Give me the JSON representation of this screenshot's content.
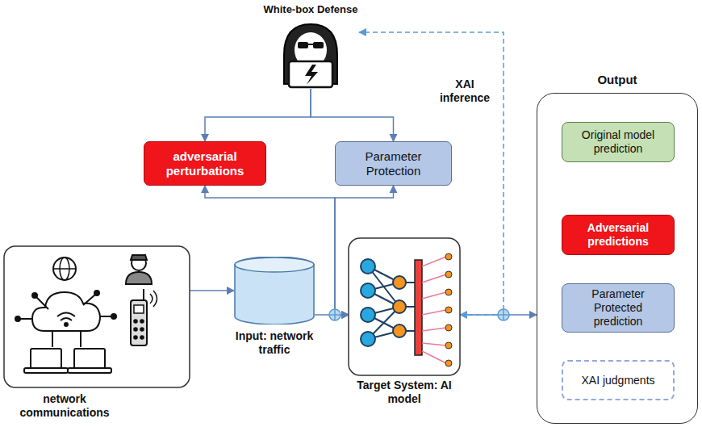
{
  "diagram": {
    "title": "White-box Defense",
    "nodes": [
      {
        "text": [
          "White-box Defense"
        ]
      },
      {
        "text": [
          "adversarial perturbations"
        ]
      },
      {
        "text": [
          "Parameter Protection"
        ]
      },
      {
        "text": [
          "network communications"
        ]
      },
      {
        "text": [
          "Input: network traffic"
        ]
      },
      {
        "text": [
          "Target System: AI model"
        ]
      },
      {
        "text": [
          "Output"
        ]
      },
      {
        "text": [
          "Original model prediction"
        ],
        "in": 6
      },
      {
        "text": [
          "Adversarial predictions"
        ],
        "in": 6
      },
      {
        "text": [
          "Parameter Protected prediction"
        ],
        "in": 6
      },
      {
        "text": [
          "XAI judgments"
        ],
        "in": 6
      }
    ],
    "edges": [
      {
        "from": 0,
        "to": 1,
        "arrow": "to"
      },
      {
        "from": 0,
        "to": 2,
        "arrow": "to"
      },
      {
        "from": 1,
        "to": 5,
        "arrow": "both"
      },
      {
        "from": 2,
        "to": 5,
        "arrow": "both"
      },
      {
        "from": 3,
        "to": 4,
        "arrow": "to"
      },
      {
        "from": 4,
        "to": 5,
        "arrow": "to"
      },
      {
        "from": 5,
        "to": 6,
        "arrow": "to"
      },
      {
        "from": 5,
        "to": 0,
        "label": "XAI inference",
        "arrow": "both"
      }
    ]
  }
}
